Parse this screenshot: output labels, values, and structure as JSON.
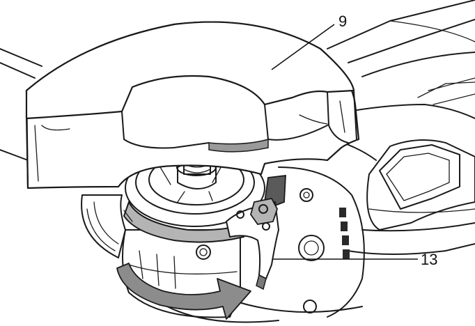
{
  "callouts": [
    {
      "id": "9",
      "label": "9",
      "part": "guard"
    },
    {
      "id": "13",
      "label": "13",
      "part": "guard-release-lever"
    }
  ],
  "colors": {
    "line": "#1a1a1a",
    "guard_fill": "#ffffff",
    "shadow_gray": "#9a9a9a",
    "dark_gray": "#5a5a5a",
    "arrow_fill": "#8c8c8c",
    "background": "#ffffff"
  }
}
